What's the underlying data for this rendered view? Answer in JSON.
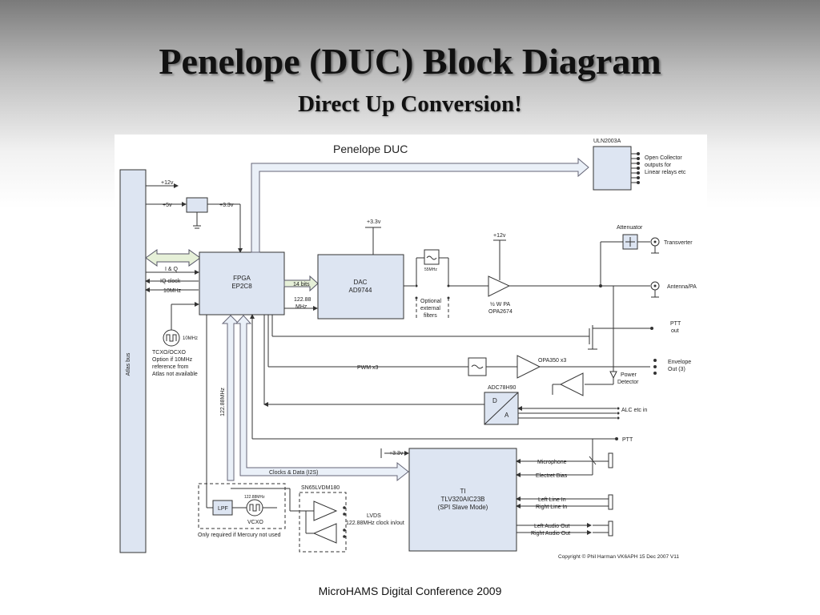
{
  "title": "Penelope (DUC) Block Diagram",
  "subtitle": "Direct Up Conversion!",
  "footer": "MicroHAMS Digital Conference 2009",
  "diagram": {
    "heading": "Penelope  DUC",
    "bus": "Atlas bus",
    "power": {
      "v12": "+12v",
      "v5": "+5v",
      "v33": "+3.3v"
    },
    "left_signals": {
      "iq": "I & Q",
      "iq_clock": "IQ clock",
      "mhz10": "10MHz"
    },
    "tcxo": {
      "freq": "10MHz",
      "line1": "TCXO/OCXO",
      "line2": "Option if 10MHz",
      "line3": "reference from",
      "line4": "Atlas not available"
    },
    "fpga": {
      "line1": "FPGA",
      "line2": "EP2C8"
    },
    "bits": "14 bits",
    "mhz12288_a": "122.88",
    "mhz12288_b": "MHz",
    "dac": {
      "line1": "DAC",
      "line2": "AD9744"
    },
    "dac_power": "+3.3v",
    "filter_label": "55MHz",
    "optional_filters": {
      "line1": "Optional",
      "line2": "external",
      "line3": "filters"
    },
    "pa": {
      "power": "+12v",
      "line1": "½ W PA",
      "line2": "OPA2674"
    },
    "uln": {
      "name": "ULN2003A",
      "line1": "Open Collector",
      "line2": "outputs for",
      "line3": "Linear relays etc"
    },
    "attenuator": "Attenuator",
    "transverter": "Transverter",
    "antenna": "Antenna/PA",
    "ptt_out": {
      "line1": "PTT",
      "line2": "out"
    },
    "pwm": "PWM  x3",
    "opa350": "OPA350 x3",
    "envelope": {
      "line1": "Envelope",
      "line2": "Out (3)"
    },
    "power_detector": {
      "line1": "Power",
      "line2": "Detector"
    },
    "adc": {
      "name": "ADC78H90",
      "d": "D",
      "a": "A"
    },
    "alc": "ALC etc in",
    "ptt": "PTT",
    "clk_vertical": "122.88MHz",
    "clocks_data": "Clocks & Data (I2S)",
    "codec_power": "+3.3v",
    "codec": {
      "line1": "TI",
      "line2": "TLV320AIC23B",
      "line3": "(SPI  Slave Mode)"
    },
    "microphone": "Microphone",
    "electret": "Electret Bias",
    "left_line_in": "Left Line In",
    "right_line_in": "Right Line In",
    "left_audio_out": "Left Audio Out",
    "right_audio_out": "Right Audio Out",
    "sn65": "SN65LVDM180",
    "lvds": {
      "line1": "LVDS",
      "line2": "122.88MHz clock in/out"
    },
    "lpf": "LPF",
    "vcxo_freq": "122.88MHz",
    "vcxo": "VCXO",
    "mercury_note": "Only required if Mercury not used",
    "copyright": "Copyright © Phil Harman VK6APH 15 Dec  2007 V11"
  }
}
